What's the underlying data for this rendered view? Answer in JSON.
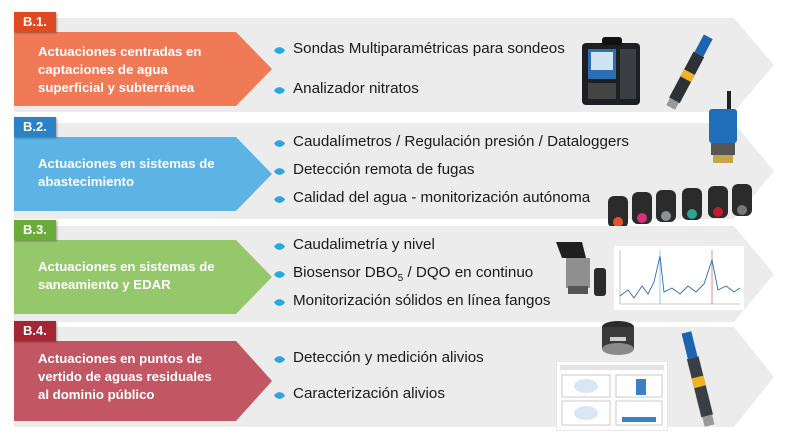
{
  "colors": {
    "lane": "#ececec",
    "bullet": "#2aa6e0",
    "b1": "#f07a55",
    "b2": "#5db4e4",
    "b3": "#95c86b",
    "b4": "#c25662",
    "tag1": "#e04a22",
    "tag2": "#2b82c7",
    "tag3": "#6aac3a",
    "tag4": "#a52532"
  },
  "sections": [
    {
      "code": "B.1.",
      "title_lines": [
        "Actuaciones centradas en",
        "captaciones de agua",
        "superficial y subterránea"
      ],
      "items": [
        {
          "text": "Sondas Multiparamétricas para sondeos"
        },
        {
          "text": "Analizador nitratos"
        }
      ]
    },
    {
      "code": "B.2.",
      "title_lines": [
        "Actuaciones en sistemas de",
        "abastecimiento"
      ],
      "items": [
        {
          "text": "Caudalímetros  /  Regulación presión  /  Dataloggers"
        },
        {
          "text": "Detección remota de fugas"
        },
        {
          "text": "Calidad del agua - monitorización autónoma"
        }
      ]
    },
    {
      "code": "B.3.",
      "title_lines": [
        "Actuaciones en sistemas de",
        "saneamiento y EDAR"
      ],
      "items": [
        {
          "text": "Caudalimetría y nivel"
        },
        {
          "pre": "Biosensor DBO",
          "sub": "5",
          "post": " / DQO en continuo"
        },
        {
          "text": "Monitorización sólidos en línea fangos"
        }
      ]
    },
    {
      "code": "B.4.",
      "title_lines": [
        "Actuaciones  en  puntos  de",
        "vertido de aguas residuales",
        "al dominio público"
      ],
      "items": [
        {
          "text": "Detección y medición alivios"
        },
        {
          "text": "Caracterización alivios"
        }
      ]
    }
  ],
  "icons": {
    "bullet": "bullet-drop-icon",
    "b1": [
      "multiparameter-case-image",
      "probe-image"
    ],
    "b2": [
      "datalogger-image",
      "sensor-probes-image"
    ],
    "b3": [
      "flowmeter-image",
      "monitoring-chart-image"
    ],
    "b4": [
      "level-sensor-image",
      "software-screen-image",
      "probe-image"
    ]
  }
}
